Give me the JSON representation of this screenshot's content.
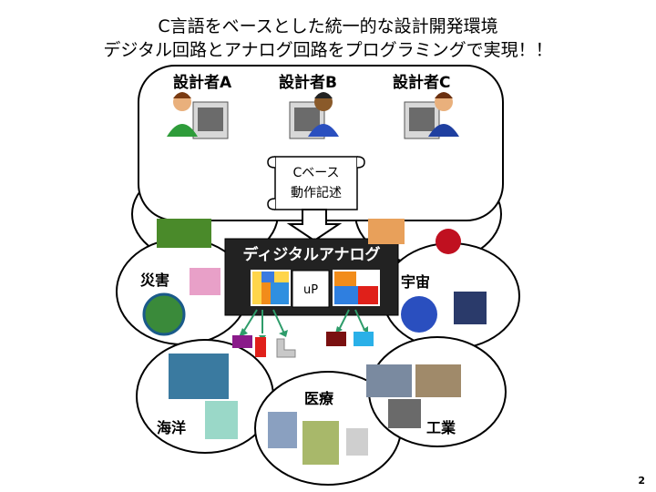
{
  "title_line1": "C言語をベースとした統一的な設計開発環境",
  "title_line2": "デジタル回路とアナログ回路をプログラミングで実現！！",
  "designers": [
    "設計者A",
    "設計者B",
    "設計者C"
  ],
  "scroll_line1": "Cベース",
  "scroll_line2": "動作記述",
  "chip_title": "ディジタルアナログ",
  "chip_core": "uP",
  "domains": {
    "disaster": "災害",
    "space": "宇宙",
    "ocean": "海洋",
    "medical": "医療",
    "industry": "工業"
  },
  "page_number": "2"
}
